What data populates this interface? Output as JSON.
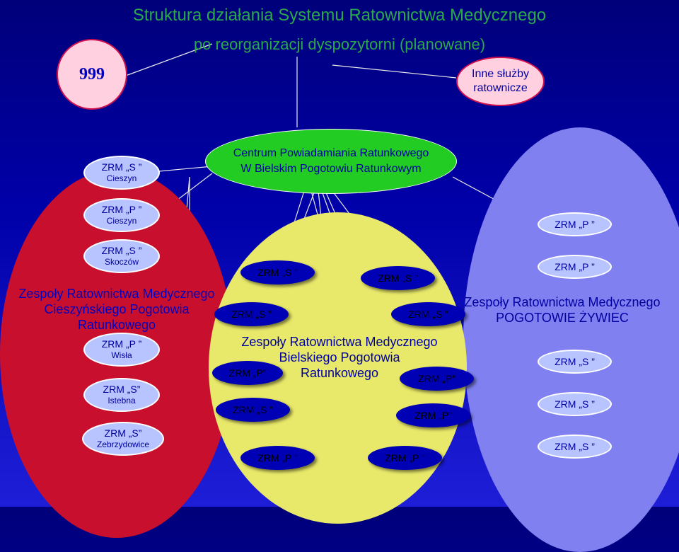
{
  "title": {
    "line1": "Struktura działania Systemu Ratownictwa Medycznego",
    "line2": "po reorganizacji  dyspozytorni  (planowane)"
  },
  "emergency_number": "999",
  "other_services": {
    "line1": "Inne służby",
    "line2": "ratownicze"
  },
  "center": {
    "line1": "Centrum Powiadamiania Ratunkowego",
    "line2": "W Bielskim Pogotowiu Ratunkowym"
  },
  "cieszyn": {
    "group_line1": "Zespoły Ratownictwa Medycznego",
    "group_line2": "Cieszyńskiego Pogotowia",
    "group_line3": "Ratunkowego",
    "units": [
      {
        "type": "ZRM „S ”",
        "place": "Cieszyn"
      },
      {
        "type": "ZRM „P ”",
        "place": "Cieszyn"
      },
      {
        "type": "ZRM „S ”",
        "place": "Skoczów"
      },
      {
        "type": "ZRM „P ”",
        "place": "Wisła"
      },
      {
        "type": "ZRM „S”",
        "place": "Istebna"
      },
      {
        "type": "ZRM „S”",
        "place": "Zebrzydowice"
      }
    ]
  },
  "bielsko": {
    "group_line1": "Zespoły Ratownictwa Medycznego",
    "group_line2": "Bielskiego Pogotowia",
    "group_line3": "Ratunkowego",
    "units": [
      "ZRM „S ”",
      "ZRM „S ”",
      "ZRM „S ”",
      "ZRM „S ”",
      "ZRM „P”",
      "ZRM „P”",
      "ZRM „S ”",
      "ZRM „P”",
      "ZRM „P ”",
      "ZRM „P ”"
    ]
  },
  "zywiec": {
    "group_line1": "Zespoły Ratownictwa Medycznego",
    "group_line2": "POGOTOWIE ŻYWIEC",
    "units": [
      "ZRM „P ”",
      "ZRM „P ”",
      "ZRM „S ”",
      "ZRM „S ”",
      "ZRM „S ”"
    ]
  },
  "colors": {
    "background": "#0000a8",
    "cieszyn_region": "#c8102e",
    "bielsko_region": "#e8e86a",
    "zywiec_region": "#8080f0",
    "center": "#22cc22",
    "title": "#2aa84a"
  }
}
